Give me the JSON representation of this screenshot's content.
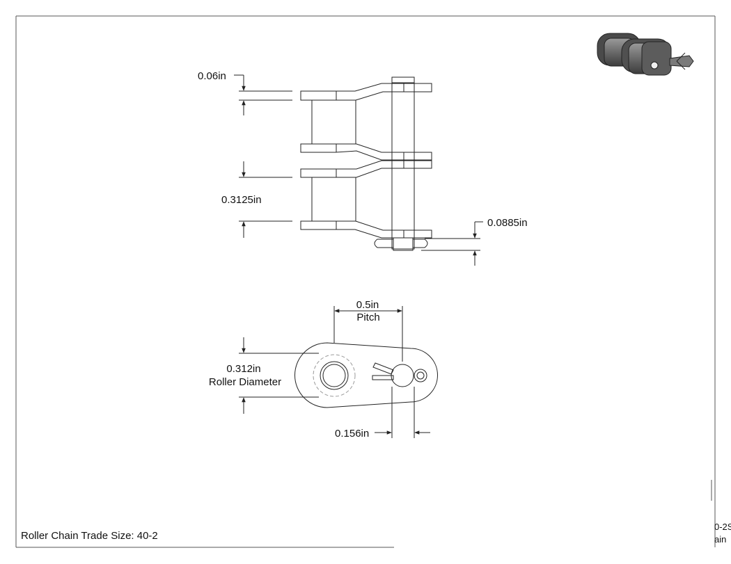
{
  "drawing": {
    "title_block": {
      "trade_size": "Roller Chain Trade Size: 40-2"
    },
    "cut_labels": {
      "line1": "0-2S",
      "line2": "ain"
    },
    "side_view": {
      "plate_thickness": "0.06in",
      "inner_width": "0.3125in",
      "pin_extension": "0.0885in"
    },
    "front_view": {
      "pitch_value": "0.5in",
      "pitch_label": "Pitch",
      "roller_value": "0.312in",
      "roller_label": "Roller Diameter",
      "pin_diameter": "0.156in"
    }
  },
  "colors": {
    "line": "#222222",
    "hidden": "#9a9a9a",
    "border": "#555555"
  }
}
